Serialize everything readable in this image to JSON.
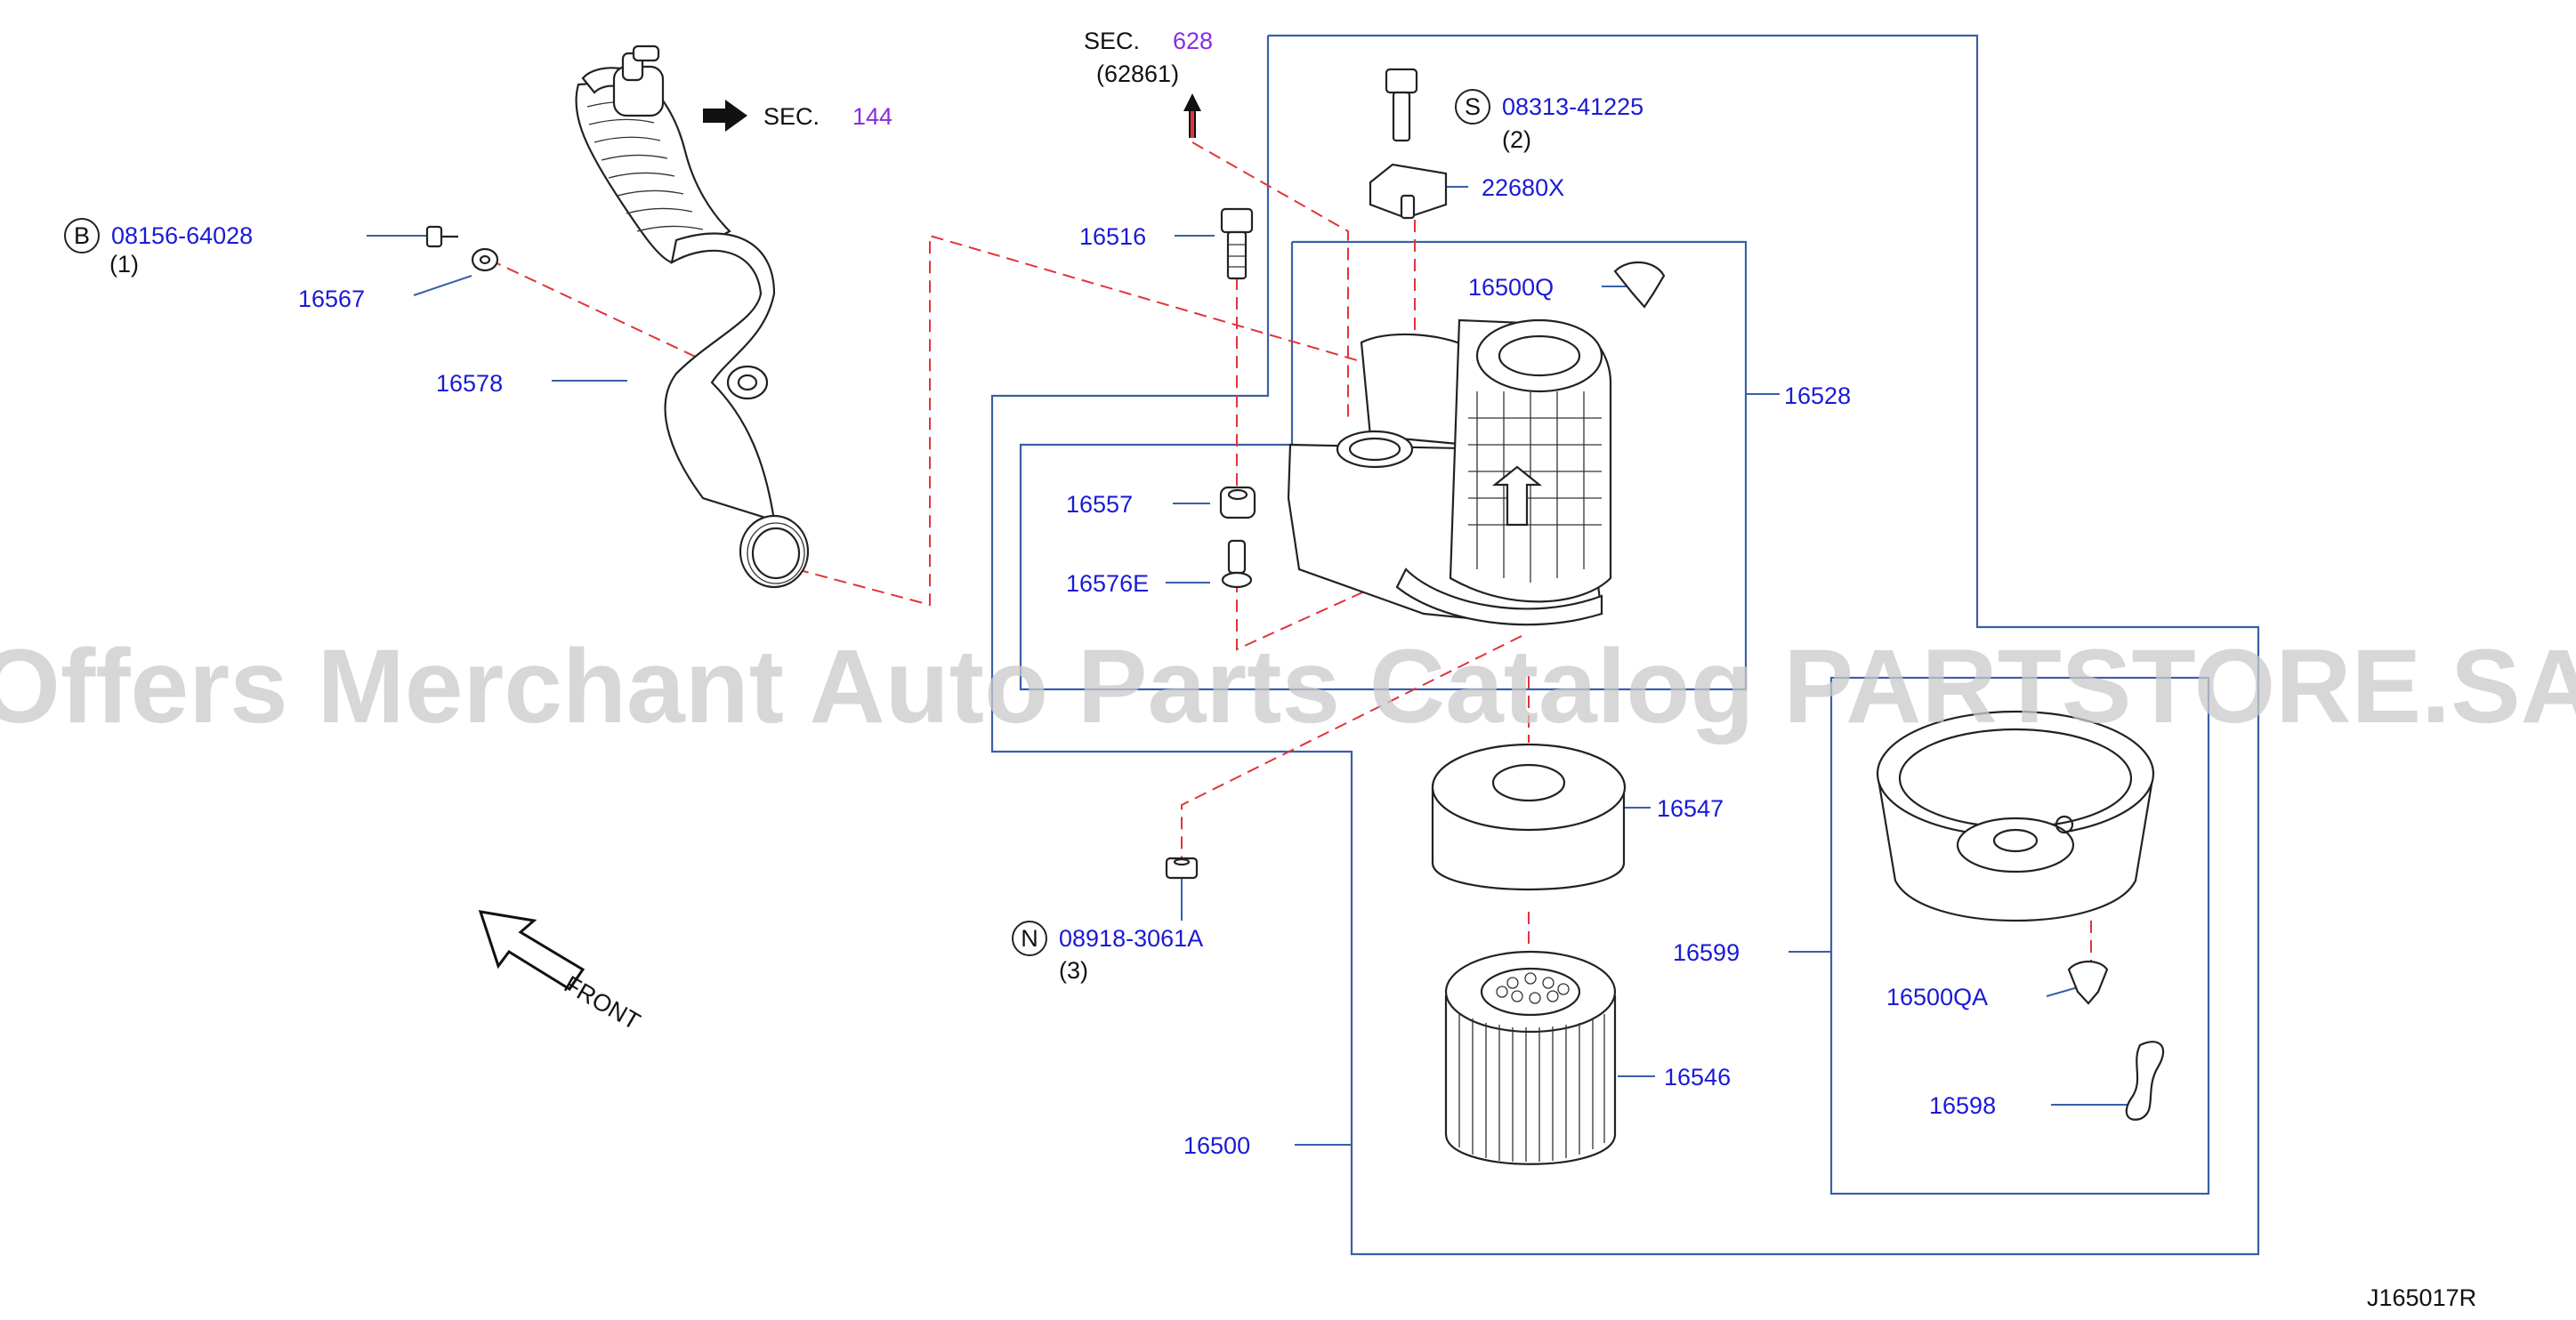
{
  "refs": {
    "sec628": {
      "prefix": "SEC.",
      "num": "628",
      "sub": "(62861)"
    },
    "sec144": {
      "prefix": "SEC.",
      "num": "144"
    }
  },
  "callouts": {
    "b": {
      "letter": "B",
      "code": "08156-64028",
      "qty": "(1)"
    },
    "s": {
      "letter": "S",
      "code": "08313-41225",
      "qty": "(2)"
    },
    "n": {
      "letter": "N",
      "code": "08918-3061A",
      "qty": "(3)"
    }
  },
  "parts": {
    "p16567": "16567",
    "p16578": "16578",
    "p16516": "16516",
    "p22680x": "22680X",
    "p16500q": "16500Q",
    "p16528": "16528",
    "p16557": "16557",
    "p16576e": "16576E",
    "p16547": "16547",
    "p16599": "16599",
    "p16500qa": "16500QA",
    "p16546": "16546",
    "p16598": "16598",
    "p16500": "16500"
  },
  "direction": {
    "label": "FRONT"
  },
  "watermark": "Offers Merchant Auto Parts Catalog PARTSTORE.SA",
  "diagram_code": "J165017R",
  "colors": {
    "part_number": "#1a1ad6",
    "section_number": "#8a2be2",
    "dashed_leader": "#e0343a",
    "frame": "#3a5fa8"
  }
}
